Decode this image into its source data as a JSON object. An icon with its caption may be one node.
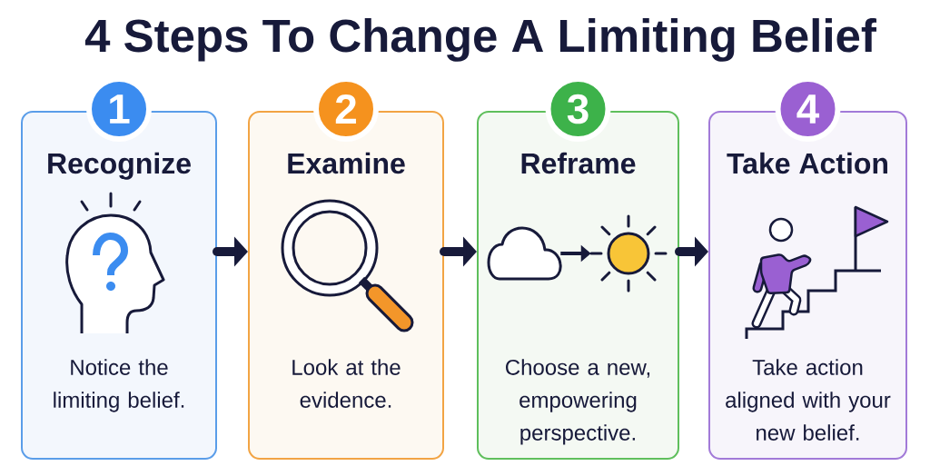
{
  "diagram": {
    "title": "4 Steps To Change A Limiting Belief",
    "nodes": [
      {
        "text": [
          "1"
        ]
      },
      {
        "text": [
          "Recognize",
          "Notice the limiting belief."
        ]
      },
      {
        "text": [
          "2"
        ]
      },
      {
        "text": [
          "Examine",
          "Look at the evidence."
        ]
      },
      {
        "text": [
          "3"
        ]
      },
      {
        "text": [
          "Reframe",
          "Choose a new, empowering perspective."
        ]
      },
      {
        "text": [],
        "shape": "cloud",
        "in": 5
      },
      {
        "text": [],
        "shape": "circle",
        "in": 5
      },
      {
        "text": [
          "4"
        ]
      },
      {
        "text": [
          "Take Action",
          "Take action aligned with your new belief."
        ]
      }
    ],
    "edges": [
      {
        "from": 1,
        "to": 3,
        "arrow": "to"
      },
      {
        "from": 3,
        "to": 5,
        "arrow": "to"
      },
      {
        "from": 6,
        "to": 7,
        "arrow": "to"
      },
      {
        "from": 5,
        "to": 9,
        "arrow": "to"
      }
    ]
  }
}
